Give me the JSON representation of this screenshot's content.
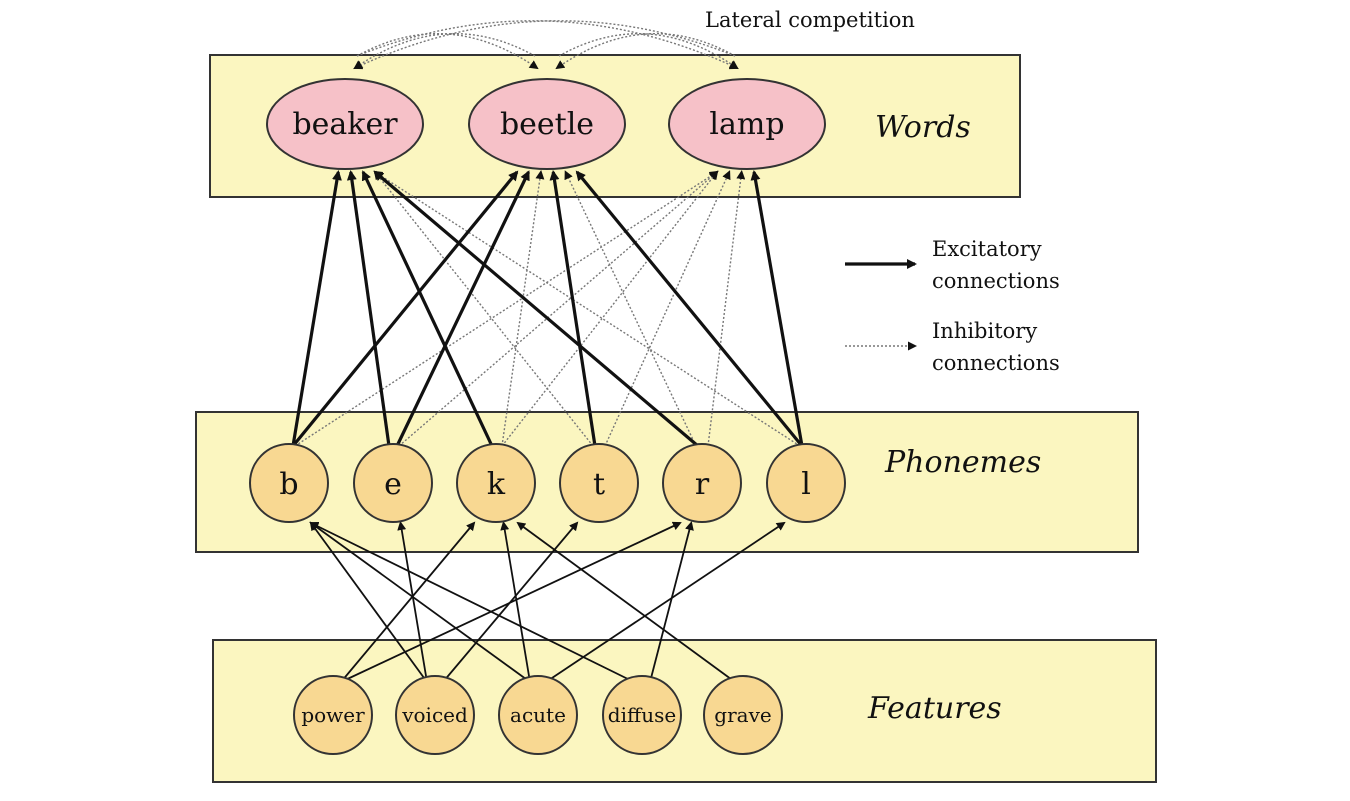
{
  "diagram": {
    "top_label": "Lateral competition",
    "layers": {
      "words": "Words",
      "phonemes": "Phonemes",
      "features": "Features"
    },
    "words": [
      "beaker",
      "beetle",
      "lamp"
    ],
    "phonemes": [
      "b",
      "e",
      "k",
      "t",
      "r",
      "l"
    ],
    "features": [
      "power",
      "voiced",
      "acute",
      "diffuse",
      "grave"
    ],
    "legend": {
      "excitatory_line1": "Excitatory",
      "excitatory_line2": "connections",
      "inhibitory_line1": "Inhibitory",
      "inhibitory_line2": "connections"
    },
    "edges": {
      "excitatory": [
        [
          "b",
          "beaker"
        ],
        [
          "e",
          "beaker"
        ],
        [
          "k",
          "beaker"
        ],
        [
          "r",
          "beaker"
        ],
        [
          "b",
          "beetle"
        ],
        [
          "e",
          "beetle"
        ],
        [
          "t",
          "beetle"
        ],
        [
          "l",
          "beetle"
        ],
        [
          "l",
          "lamp"
        ]
      ],
      "inhibitory": [
        [
          "t",
          "beaker"
        ],
        [
          "l",
          "beaker"
        ],
        [
          "k",
          "beetle"
        ],
        [
          "r",
          "beetle"
        ],
        [
          "b",
          "lamp"
        ],
        [
          "e",
          "lamp"
        ],
        [
          "k",
          "lamp"
        ],
        [
          "t",
          "lamp"
        ],
        [
          "r",
          "lamp"
        ]
      ],
      "lateral": [
        [
          "beetle",
          "beaker"
        ],
        [
          "lamp",
          "beaker"
        ],
        [
          "beaker",
          "beetle"
        ],
        [
          "lamp",
          "beetle"
        ],
        [
          "beaker",
          "lamp"
        ],
        [
          "beetle",
          "lamp"
        ]
      ],
      "feature_to_phoneme": [
        [
          "power",
          "k"
        ],
        [
          "power",
          "r"
        ],
        [
          "voiced",
          "b"
        ],
        [
          "voiced",
          "e"
        ],
        [
          "voiced",
          "t"
        ],
        [
          "acute",
          "k"
        ],
        [
          "acute",
          "l"
        ],
        [
          "acute",
          "b"
        ],
        [
          "diffuse",
          "r"
        ],
        [
          "diffuse",
          "b"
        ],
        [
          "grave",
          "k"
        ]
      ]
    }
  }
}
